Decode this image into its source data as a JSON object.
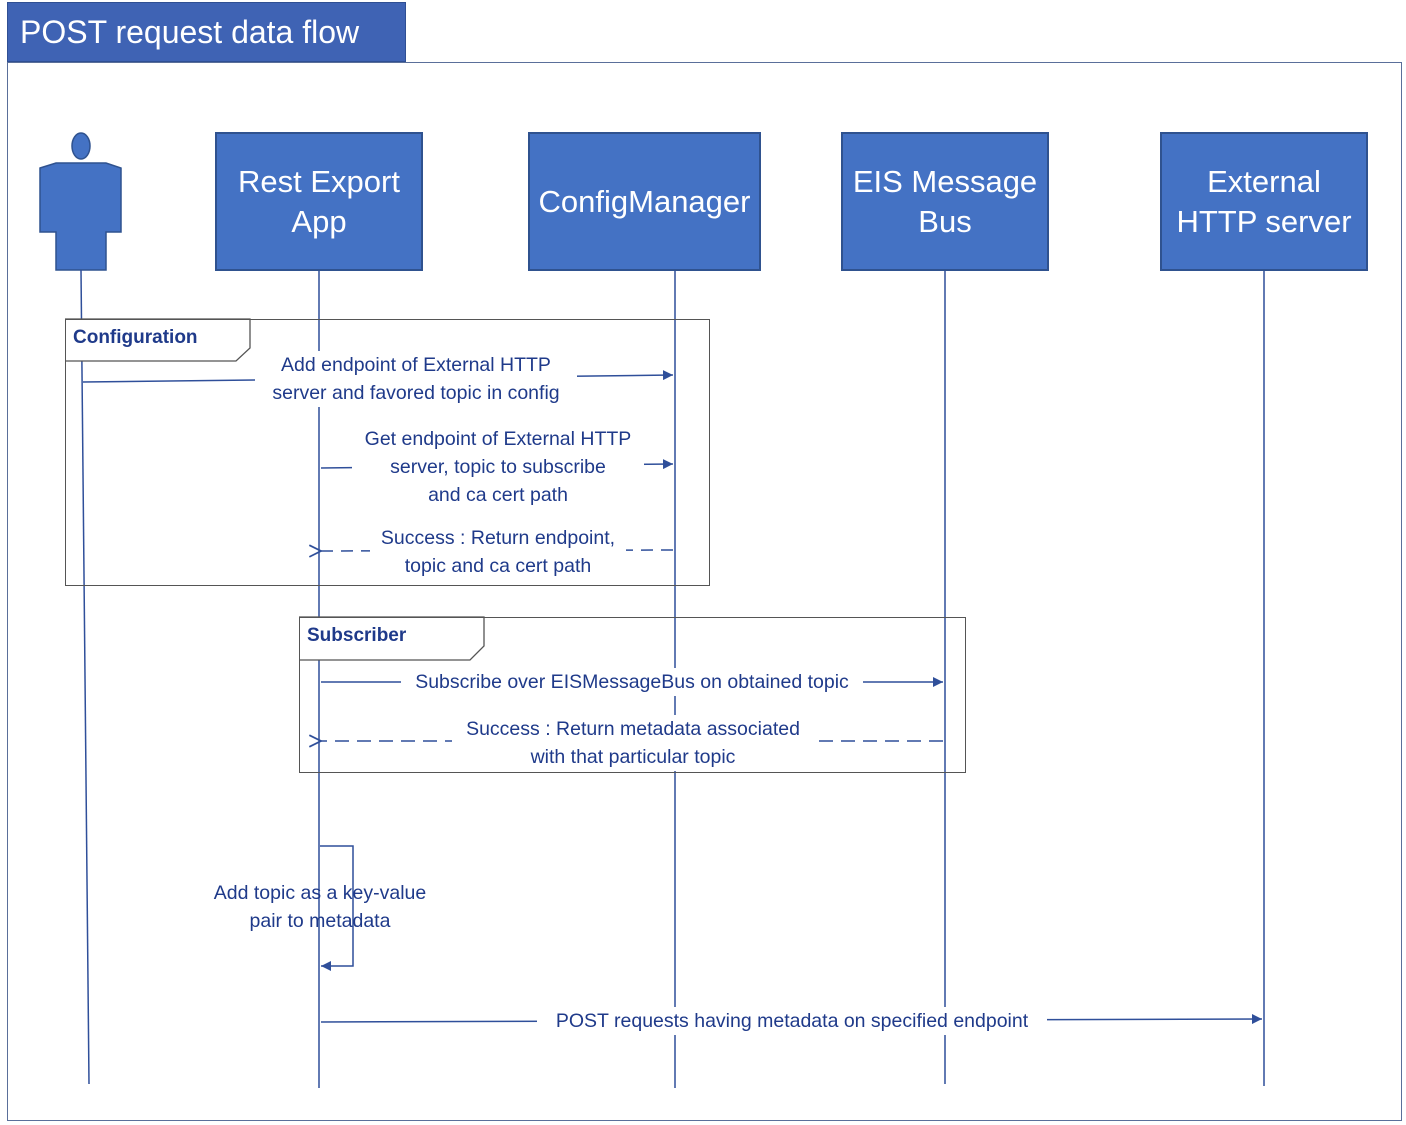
{
  "title": "POST request data flow",
  "participants": [
    {
      "id": "user",
      "label": ""
    },
    {
      "id": "rest",
      "label": "Rest Export\nApp"
    },
    {
      "id": "config",
      "label": "ConfigManager"
    },
    {
      "id": "bus",
      "label": "EIS Message\nBus"
    },
    {
      "id": "http",
      "label": "External\nHTTP server"
    }
  ],
  "fragments": [
    {
      "label": "Configuration"
    },
    {
      "label": "Subscriber"
    }
  ],
  "messages": [
    {
      "text": "Add endpoint of External HTTP\nserver and favored topic in config",
      "from": "user",
      "to": "config",
      "style": "solid"
    },
    {
      "text": "Get endpoint of External HTTP\nserver, topic to subscribe\nand ca cert path",
      "from": "rest",
      "to": "config",
      "style": "solid"
    },
    {
      "text": "Success : Return endpoint,\ntopic and ca cert path",
      "from": "config",
      "to": "rest",
      "style": "dashed"
    },
    {
      "text": "Subscribe over EISMessageBus on obtained topic",
      "from": "rest",
      "to": "bus",
      "style": "solid"
    },
    {
      "text": "Success : Return metadata associated\nwith that particular topic",
      "from": "bus",
      "to": "rest",
      "style": "dashed"
    },
    {
      "text": "Add topic as a  key-value\npair to metadata",
      "from": "rest",
      "to": "rest",
      "style": "self"
    },
    {
      "text": "POST requests having metadata on specified endpoint",
      "from": "rest",
      "to": "http",
      "style": "solid"
    }
  ],
  "colors": {
    "box_fill": "#4472c4",
    "line": "#2f4f9a",
    "text": "#1f3a8a"
  }
}
